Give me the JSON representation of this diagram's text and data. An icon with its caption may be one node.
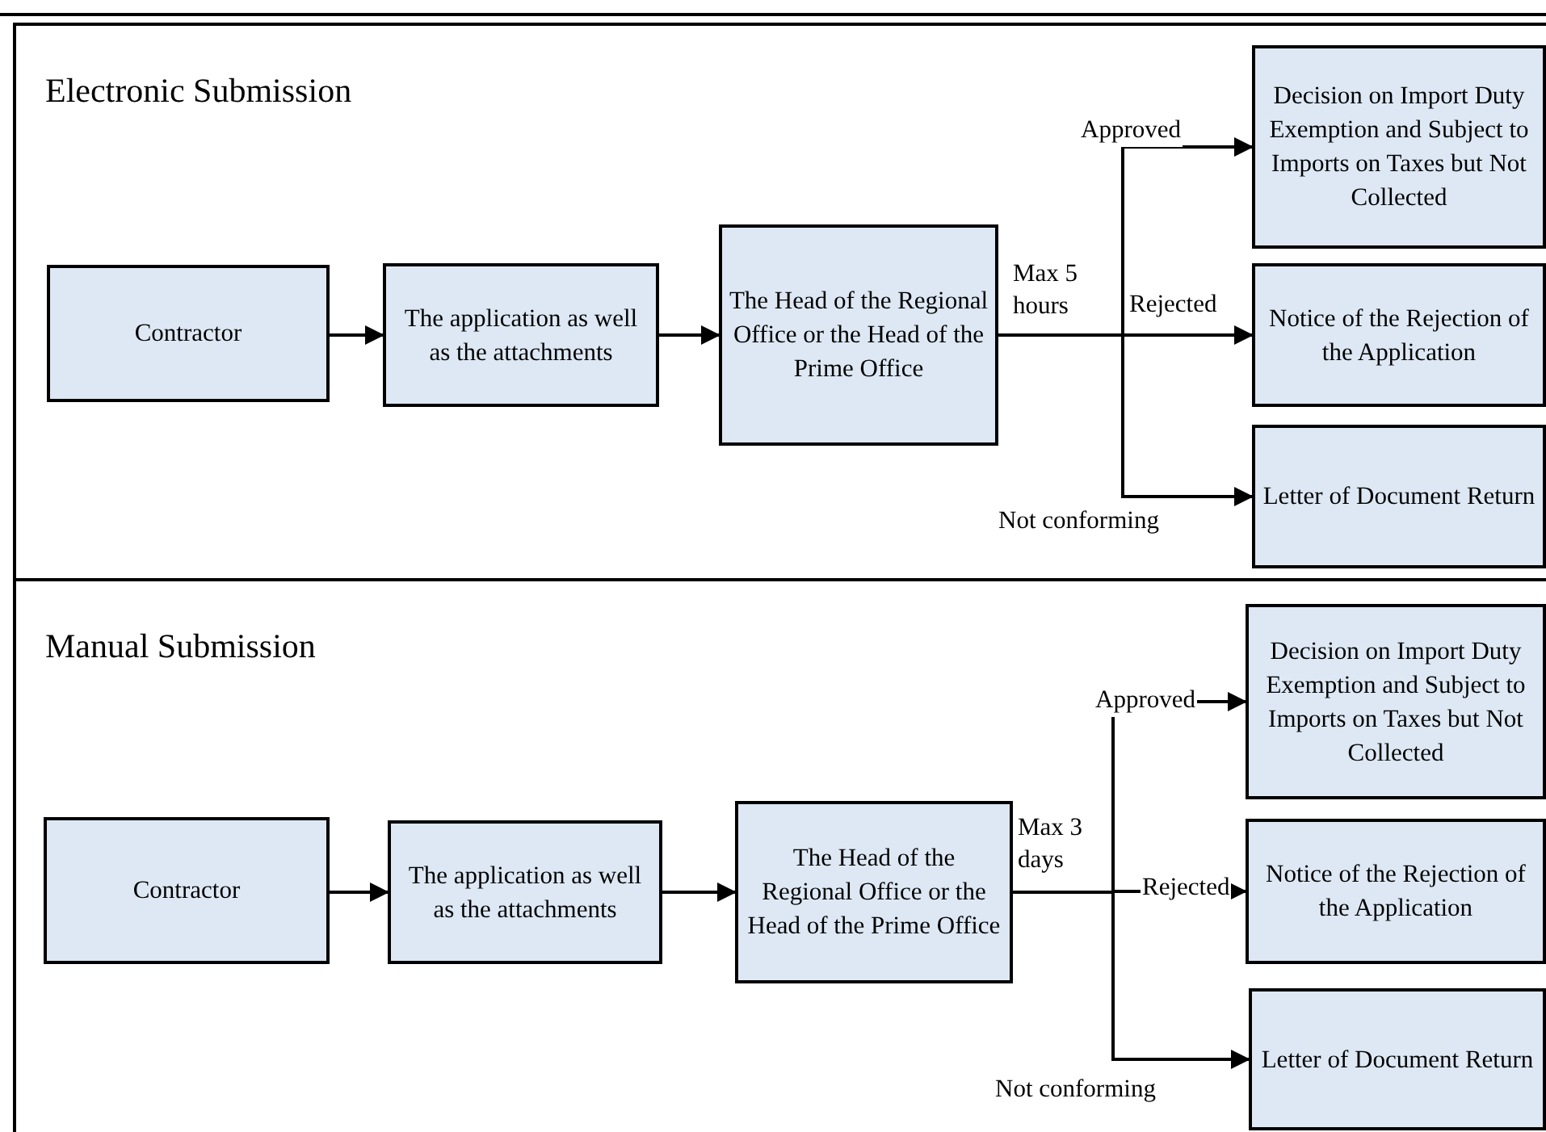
{
  "diagram": {
    "nodes": [
      {
        "text": [
          "Electronic Submission"
        ]
      },
      {
        "text": [
          "Contractor"
        ],
        "in": 0
      },
      {
        "text": [
          "The application as well as the attachments"
        ],
        "in": 0
      },
      {
        "text": [
          "The Head of the Regional Office or the Head of the Prime Office"
        ],
        "in": 0,
        "beside": [
          "Max 5 hours"
        ]
      },
      {
        "text": [
          "Decision on Import Duty Exemption and Subject to Imports on Taxes but Not Collected"
        ],
        "in": 0
      },
      {
        "text": [
          "Notice of the Rejection of the Application"
        ],
        "in": 0
      },
      {
        "text": [
          "Letter of Document Return"
        ],
        "in": 0
      },
      {
        "text": [
          "Manual Submission"
        ]
      },
      {
        "text": [
          "Contractor"
        ],
        "in": 7
      },
      {
        "text": [
          "The application as well as the attachments"
        ],
        "in": 7
      },
      {
        "text": [
          "The Head of the Regional Office or the Head of the Prime Office"
        ],
        "in": 7,
        "beside": [
          "Max 3 days"
        ]
      },
      {
        "text": [
          "Decision on Import Duty Exemption and Subject to Imports on Taxes but Not Collected"
        ],
        "in": 7
      },
      {
        "text": [
          "Notice of the Rejection of the Application"
        ],
        "in": 7
      },
      {
        "text": [
          "Letter of Document Return"
        ],
        "in": 7
      }
    ],
    "edges": [
      {
        "from": 1,
        "to": 2,
        "arrow": "to"
      },
      {
        "from": 2,
        "to": 3,
        "arrow": "to"
      },
      {
        "from": 3,
        "to": 4,
        "arrow": "to",
        "label": "Approved"
      },
      {
        "from": 3,
        "to": 5,
        "arrow": "to",
        "label": "Rejected"
      },
      {
        "from": 3,
        "to": 6,
        "arrow": "to",
        "label": "Not conforming"
      },
      {
        "from": 8,
        "to": 9,
        "arrow": "to"
      },
      {
        "from": 9,
        "to": 10,
        "arrow": "to"
      },
      {
        "from": 10,
        "to": 11,
        "arrow": "to",
        "label": "Approved"
      },
      {
        "from": 10,
        "to": 12,
        "arrow": "to",
        "label": "Rejected"
      },
      {
        "from": 10,
        "to": 13,
        "arrow": "to",
        "label": "Not conforming"
      }
    ]
  }
}
